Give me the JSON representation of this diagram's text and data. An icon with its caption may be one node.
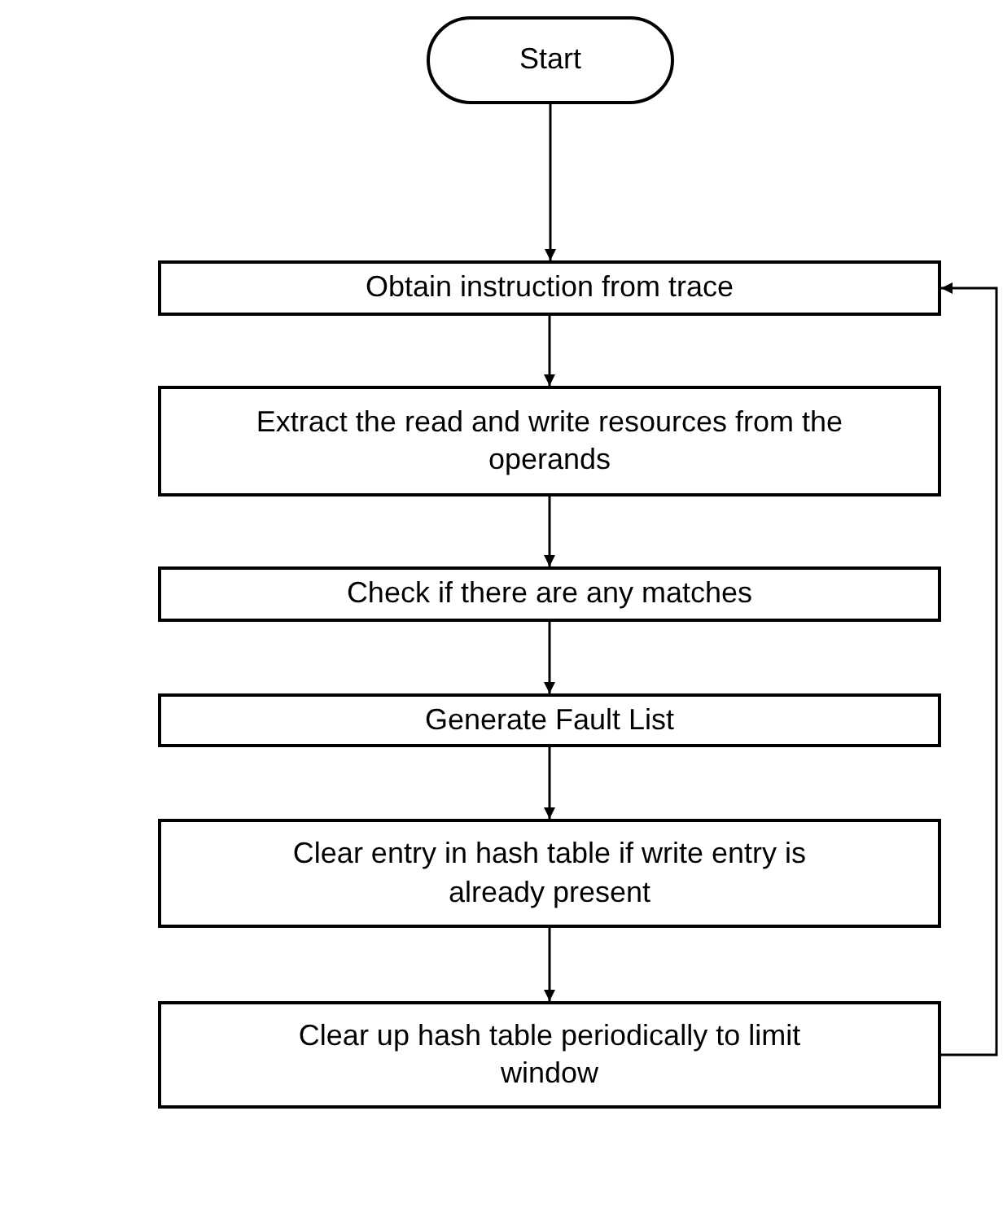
{
  "diagram": {
    "nodes": [
      {
        "text": [
          "Start"
        ]
      },
      {
        "text": [
          "Obtain instruction from trace"
        ]
      },
      {
        "text": [
          "Extract the read and write resources from the operands"
        ]
      },
      {
        "text": [
          "Check if there are any matches"
        ]
      },
      {
        "text": [
          "Generate Fault List"
        ]
      },
      {
        "text": [
          "Clear entry in hash table if write entry is already present"
        ]
      },
      {
        "text": [
          "Clear up hash table periodically to limit window"
        ]
      }
    ],
    "edges": [
      {
        "from": 0,
        "to": 1,
        "arrow": "to"
      },
      {
        "from": 1,
        "to": 2,
        "arrow": "to"
      },
      {
        "from": 2,
        "to": 3,
        "arrow": "to"
      },
      {
        "from": 3,
        "to": 4,
        "arrow": "to"
      },
      {
        "from": 4,
        "to": 5,
        "arrow": "to"
      },
      {
        "from": 5,
        "to": 6,
        "arrow": "to"
      },
      {
        "from": 6,
        "to": 1,
        "arrow": "to"
      }
    ]
  }
}
